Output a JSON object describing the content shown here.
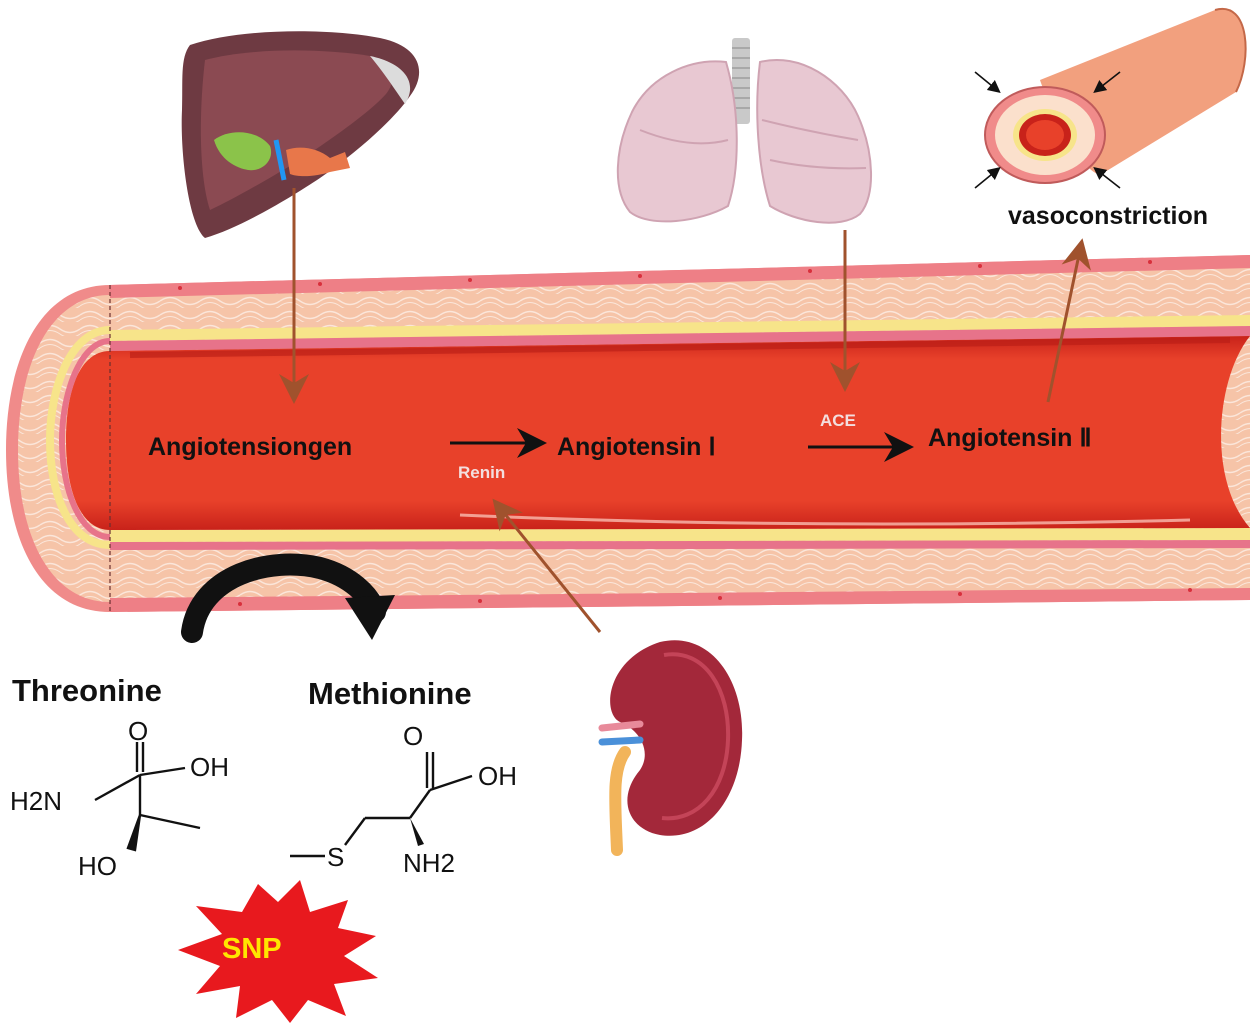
{
  "pathway": {
    "angiotensinogen": "Angiotensiongen",
    "angiotensin_1": "Angiotensin Ⅰ",
    "angiotensin_2": "Angiotensin Ⅱ",
    "renin": "Renin",
    "ace": "ACE",
    "vasoconstriction": "vasoconstriction"
  },
  "mutation": {
    "from": "Threonine",
    "to": "Methionine",
    "snp": "SNP"
  },
  "threonine_structure": {
    "o": "O",
    "oh": "OH",
    "h2n": "H2N",
    "ho": "HO"
  },
  "methionine_structure": {
    "o": "O",
    "oh": "OH",
    "s": "S",
    "nh2": "NH2"
  },
  "organs": [
    "liver-icon",
    "lung-icon",
    "kidney-icon",
    "artery-cross-section-icon"
  ],
  "colors": {
    "arrow_brown": "#a0522d",
    "vessel_red": "#e8412a",
    "snp_red": "#e8191e",
    "snp_text": "#ffe600"
  }
}
